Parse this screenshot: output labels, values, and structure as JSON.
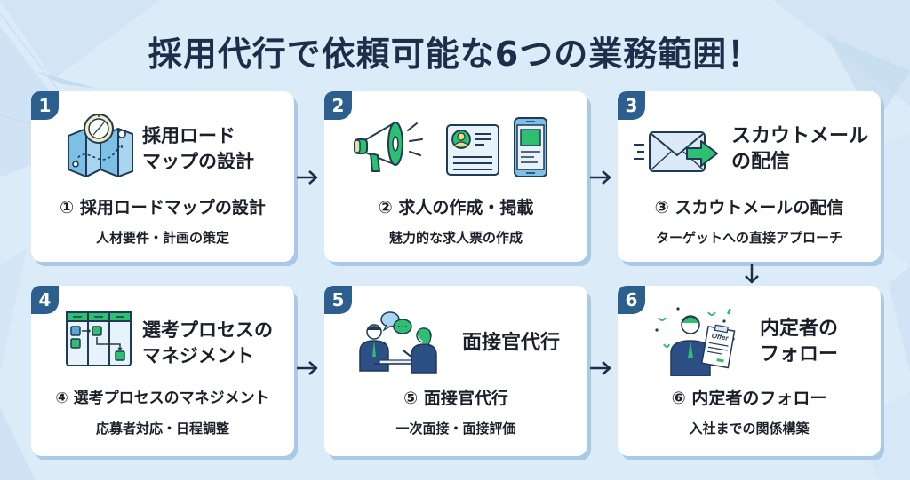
{
  "title": "採用代行で依頼可能な6つの業務範囲！",
  "colors": {
    "background": "#dcebf8",
    "title": "#1b2f4b",
    "tab": "#2c5f8e",
    "card": "#ffffff",
    "card_shadow": "#a9c9e6",
    "accent_green": "#2fbf71",
    "accent_blue": "#5aa7d8",
    "arrow": "#1b2f4b"
  },
  "cards": [
    {
      "number": "1",
      "icon": "roadmap-compass-icon",
      "heading_lines": [
        "採用ロード",
        "マップの設計"
      ],
      "title": "① 採用ロードマップの設計",
      "subtitle": "人材要件・計画の策定"
    },
    {
      "number": "2",
      "icon": "megaphone-job-posting-icon",
      "heading_lines": [],
      "title": "② 求人の作成・掲載",
      "subtitle": "魅力的な求人票の作成"
    },
    {
      "number": "3",
      "icon": "email-send-icon",
      "heading_lines": [
        "スカウトメール",
        "の配信"
      ],
      "title": "③ スカウトメールの配信",
      "subtitle": "ターゲットへの直接アプローチ"
    },
    {
      "number": "4",
      "icon": "kanban-board-icon",
      "heading_lines": [
        "選考プロセスの",
        "マネジメント"
      ],
      "title": "④ 選考プロセスのマネジメント",
      "subtitle": "応募者対応・日程調整"
    },
    {
      "number": "5",
      "icon": "interview-people-icon",
      "heading_lines": [
        "面接官代行"
      ],
      "title": "⑤ 面接官代行",
      "subtitle": "一次面接・面接評価"
    },
    {
      "number": "6",
      "icon": "offer-letter-icon",
      "heading_lines": [
        "内定者の",
        "フォロー"
      ],
      "title": "⑥ 内定者のフォロー",
      "subtitle": "入社までの関係構築",
      "offer_text": "Offer"
    }
  ],
  "flow": [
    {
      "from": "1",
      "to": "2",
      "direction": "right"
    },
    {
      "from": "2",
      "to": "3",
      "direction": "right"
    },
    {
      "from": "3",
      "to": "6",
      "direction": "down"
    },
    {
      "from": "4",
      "to": "5",
      "direction": "right"
    },
    {
      "from": "5",
      "to": "6",
      "direction": "right"
    }
  ]
}
